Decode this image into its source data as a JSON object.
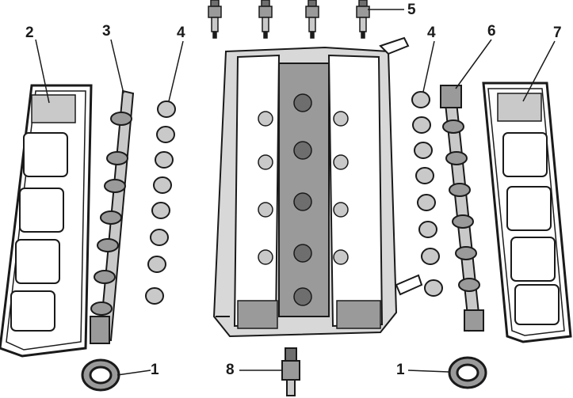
{
  "callouts": {
    "c1_left": "1",
    "c1_right": "1",
    "c2": "2",
    "c3": "3",
    "c4_left": "4",
    "c4_right": "4",
    "c5": "5",
    "c6": "6",
    "c7": "7",
    "c8": "8"
  },
  "colors": {
    "ink": "#1a1a1a",
    "shade_dark": "#6e6e6e",
    "shade_mid": "#9a9a9a",
    "shade_light": "#c9c9c9",
    "paper": "#ffffff"
  }
}
